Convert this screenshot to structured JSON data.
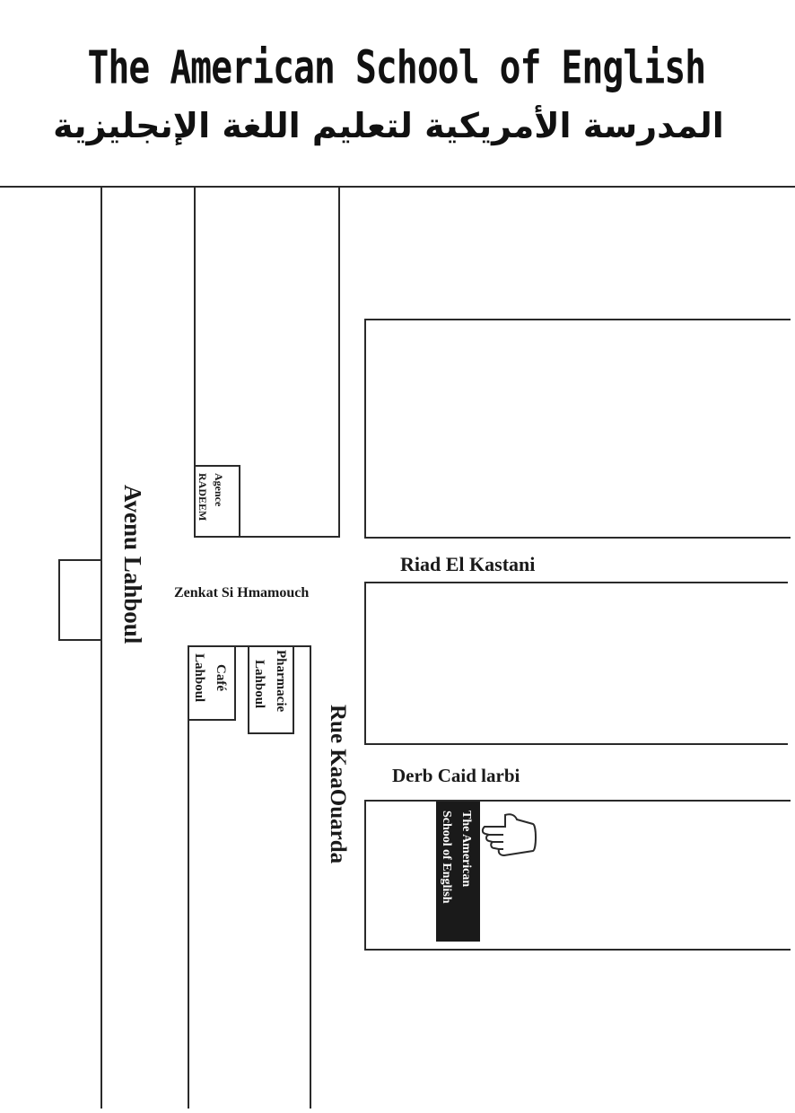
{
  "header": {
    "title_en": "The American School of English",
    "title_ar": "المدرسة الأمريكية لتعليم اللغة الإنجليزية"
  },
  "streets": {
    "avenue": "Avenu Lahboul",
    "rue": "Rue KaaOuarda",
    "zenkat": "Zenkat Si Hmamouch",
    "riad": "Riad El Kastani",
    "derb": "Derb Caid larbi"
  },
  "landmarks": {
    "agence_line1": "Agence",
    "agence_line2": "RADEEM",
    "cafe_line1": "Café",
    "cafe_line2": "Lahboul",
    "pharmacie_line1": "Pharmacie",
    "pharmacie_line2": "Lahboul"
  },
  "destination": {
    "line1": "The American",
    "line2": "School of English",
    "pointer_icon": "pointing-hand-icon"
  },
  "colors": {
    "ink": "#1a1a1a",
    "background": "#ffffff"
  }
}
